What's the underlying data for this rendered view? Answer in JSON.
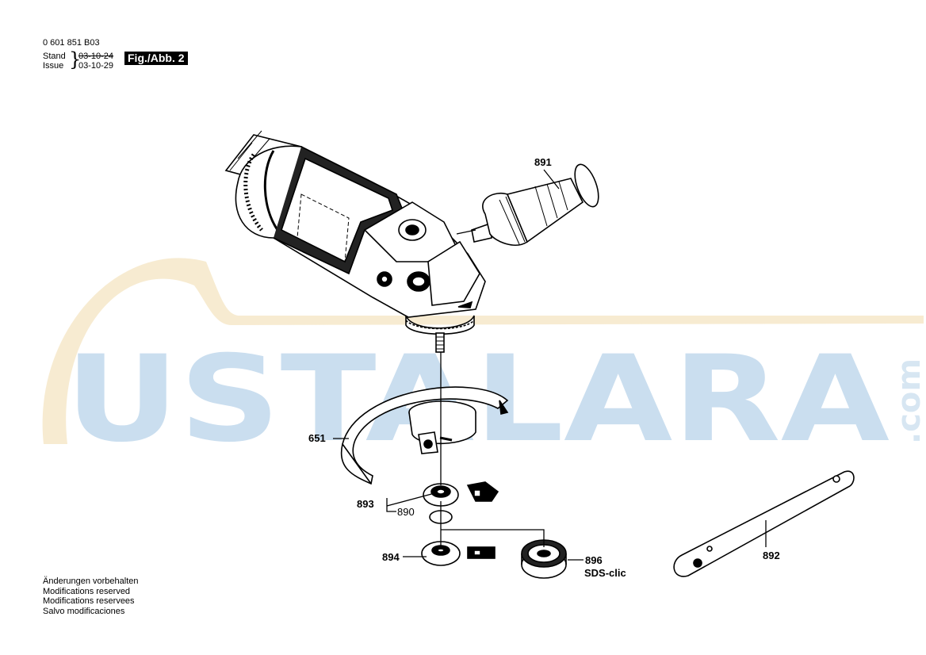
{
  "header": {
    "doc_number": "0 601 851 B03",
    "stand_label": "Stand",
    "issue_label": "Issue",
    "stand_date": "03-10-24",
    "issue_date": "03-10-29",
    "figure_label": "Fig./Abb. 2"
  },
  "parts": {
    "p891": "891",
    "p651": "651",
    "p893": "893",
    "p890": "890",
    "p894": "894",
    "p896": "896",
    "p896_name": "SDS-clic",
    "p892": "892"
  },
  "notes": [
    "Änderungen vorbehalten",
    "Modifications reserved",
    "Modifications reservees",
    "Salvo modificaciones"
  ],
  "watermark": {
    "text": "USTALARA",
    "suffix": ".com",
    "letter_color": "#b9d3ea",
    "arc_color": "#f5e6c6"
  }
}
